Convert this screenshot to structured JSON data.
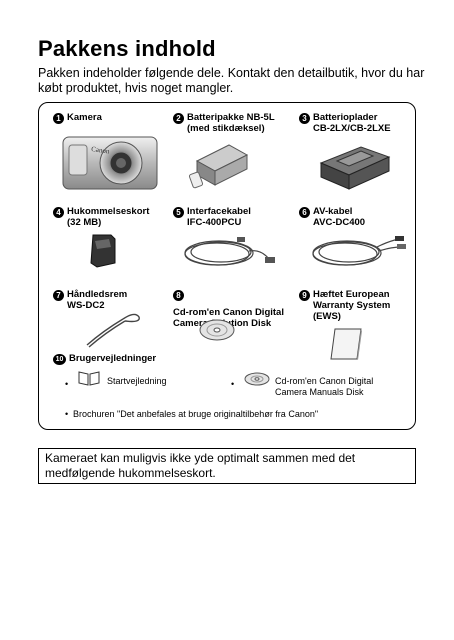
{
  "heading": "Pakkens indhold",
  "intro": "Pakken indeholder følgende dele. Kontakt den detailbutik, hvor du har købt produktet, hvis noget mangler.",
  "items": [
    {
      "num": "1",
      "label_line1": "Kamera",
      "label_line2": ""
    },
    {
      "num": "2",
      "label_line1": "Batteripakke NB-5L",
      "label_line2": "(med stikdæksel)"
    },
    {
      "num": "3",
      "label_line1": "Batterioplader",
      "label_line2": "CB-2LX/CB-2LXE"
    },
    {
      "num": "4",
      "label_line1": "Hukommelseskort",
      "label_line2": "(32 MB)"
    },
    {
      "num": "5",
      "label_line1": "Interfacekabel",
      "label_line2": "IFC-400PCU"
    },
    {
      "num": "6",
      "label_line1": "AV-kabel",
      "label_line2": "AVC-DC400"
    },
    {
      "num": "7",
      "label_line1": "Håndledsrem",
      "label_line2": "WS-DC2"
    },
    {
      "num": "8",
      "label_line1": "Cd-rom'en Canon Digital",
      "label_line2": "Camera Solution Disk"
    },
    {
      "num": "9",
      "label_line1": "Hæftet European",
      "label_line2": "Warranty System",
      "label_line3": "(EWS)"
    }
  ],
  "manuals": {
    "num": "10",
    "label": "Brugervejledninger",
    "startguide": "Startvejledning",
    "cd_line1": "Cd-rom'en Canon Digital",
    "cd_line2": "Camera Manuals Disk",
    "bullet": "•",
    "brochure": "Brochuren \"Det anbefales at bruge originaltilbehør fra Canon\""
  },
  "camera_brand": "Canon",
  "note": "Kameraet kan muligvis ikke yde optimalt sammen med det medfølgende hukommelseskort."
}
